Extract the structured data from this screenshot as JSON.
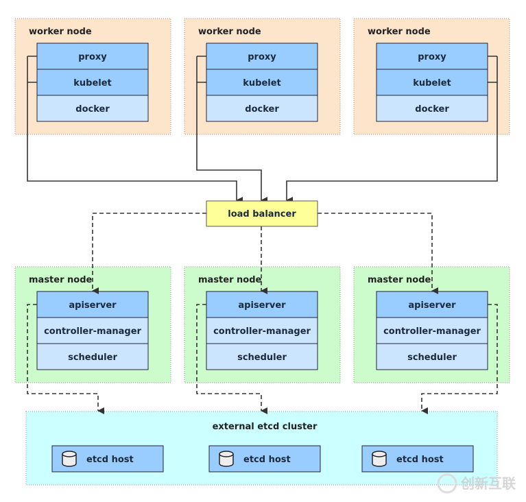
{
  "colors": {
    "worker_bg": "#fde5cc",
    "master_bg": "#ccfbcc",
    "etcd_bg": "#ccffff",
    "component_dark": "#99ccff",
    "component_light": "#cce5ff",
    "load_balancer": "#ffff99",
    "line": "#333333"
  },
  "workers": [
    {
      "title": "worker node",
      "components": [
        "proxy",
        "kubelet",
        "docker"
      ]
    },
    {
      "title": "worker node",
      "components": [
        "proxy",
        "kubelet",
        "docker"
      ]
    },
    {
      "title": "worker node",
      "components": [
        "proxy",
        "kubelet",
        "docker"
      ]
    }
  ],
  "load_balancer": {
    "label": "load balancer"
  },
  "masters": [
    {
      "title": "master node",
      "components": [
        "apiserver",
        "controller-manager",
        "scheduler"
      ]
    },
    {
      "title": "master node",
      "components": [
        "apiserver",
        "controller-manager",
        "scheduler"
      ]
    },
    {
      "title": "master node",
      "components": [
        "apiserver",
        "controller-manager",
        "scheduler"
      ]
    }
  ],
  "etcd": {
    "title": "external etcd cluster",
    "hosts": [
      {
        "label": "etcd host",
        "icon": "database-icon"
      },
      {
        "label": "etcd host",
        "icon": "database-icon"
      },
      {
        "label": "etcd host",
        "icon": "database-icon"
      }
    ]
  },
  "watermark": "创新互联"
}
